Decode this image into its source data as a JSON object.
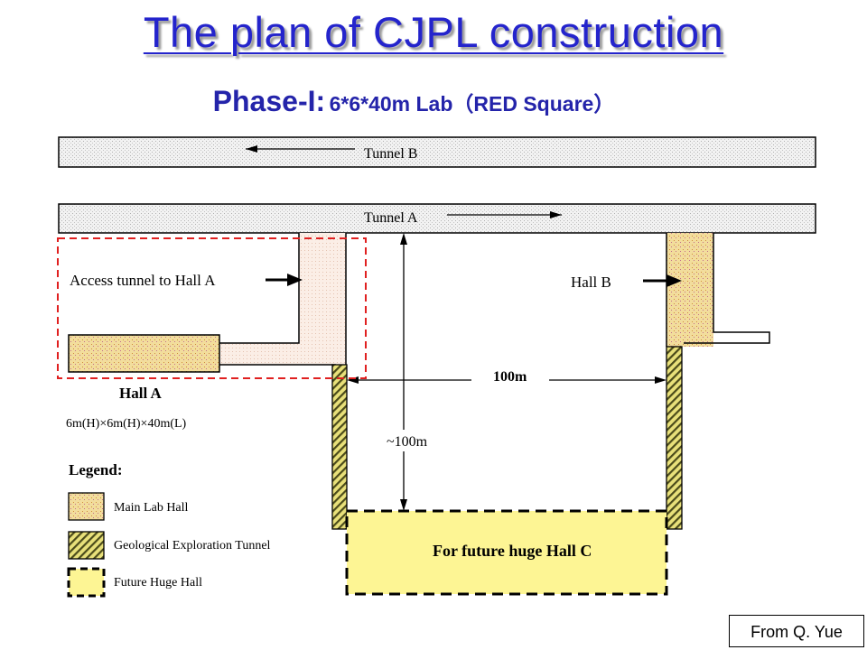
{
  "title": "The plan of CJPL construction",
  "subtitle": {
    "phase": "Phase-I:",
    "detail": "6*6*40m Lab（RED Square）"
  },
  "diagram": {
    "tunnel_b": "Tunnel B",
    "tunnel_a": "Tunnel A",
    "access_tunnel": "Access tunnel to Hall A",
    "hall_b": "Hall B",
    "hall_a": "Hall A",
    "hall_a_dims": "6m(H)×6m(H)×40m(L)",
    "width_dim": "100m",
    "depth_dim": "~100m",
    "future_hall": "For future huge Hall C",
    "legend_title": "Legend:",
    "legend_items": [
      "Main Lab Hall",
      "Geological Exploration Tunnel",
      "Future Huge Hall"
    ],
    "colors": {
      "main_lab": "#f2dd9c",
      "geo_tunnel": "#e8e07a",
      "future_hall": "#fdf594",
      "red_box": "#e02020",
      "title": "#2424cc"
    }
  },
  "credit": "From Q. Yue"
}
